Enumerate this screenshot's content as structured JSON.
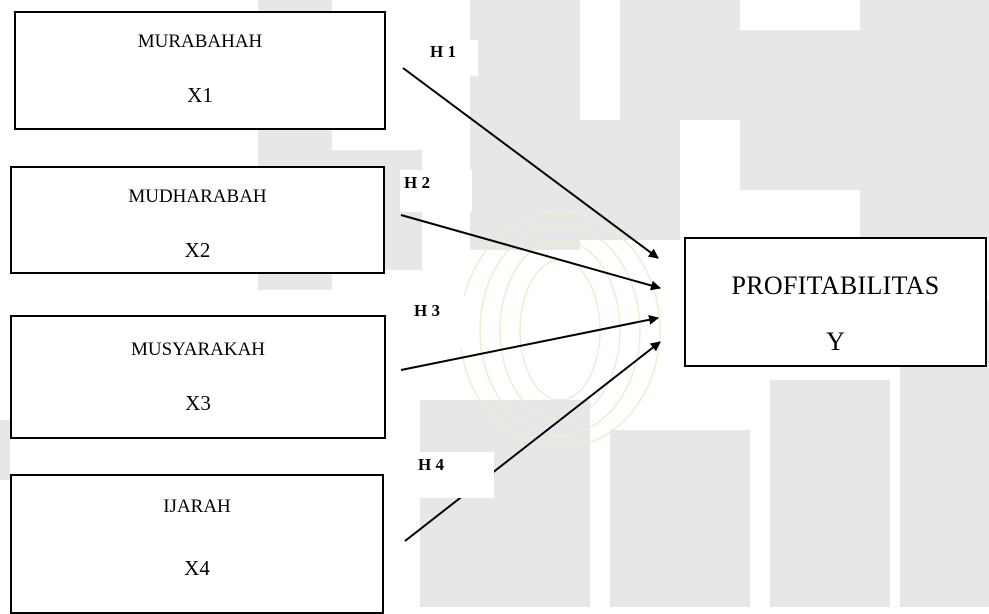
{
  "diagram": {
    "independent_variables": [
      {
        "name": "MURABAHAH",
        "symbol": "X1"
      },
      {
        "name": "MUDHARABAH",
        "symbol": "X2"
      },
      {
        "name": "MUSYARAKAH",
        "symbol": "X3"
      },
      {
        "name": "IJARAH",
        "symbol": "X4"
      }
    ],
    "dependent_variable": {
      "name": "PROFITABILITAS",
      "symbol": "Y"
    },
    "hypotheses": [
      {
        "label": "H 1",
        "from": "X1",
        "to": "Y"
      },
      {
        "label": "H 2",
        "from": "X2",
        "to": "Y"
      },
      {
        "label": "H 3",
        "from": "X3",
        "to": "Y"
      },
      {
        "label": "H 4",
        "from": "X4",
        "to": "Y"
      }
    ]
  },
  "colors": {
    "background": "#ffffff",
    "line": "#000000",
    "watermark_gray": "#e4e7e6",
    "watermark_gold": "#f7efc7"
  }
}
